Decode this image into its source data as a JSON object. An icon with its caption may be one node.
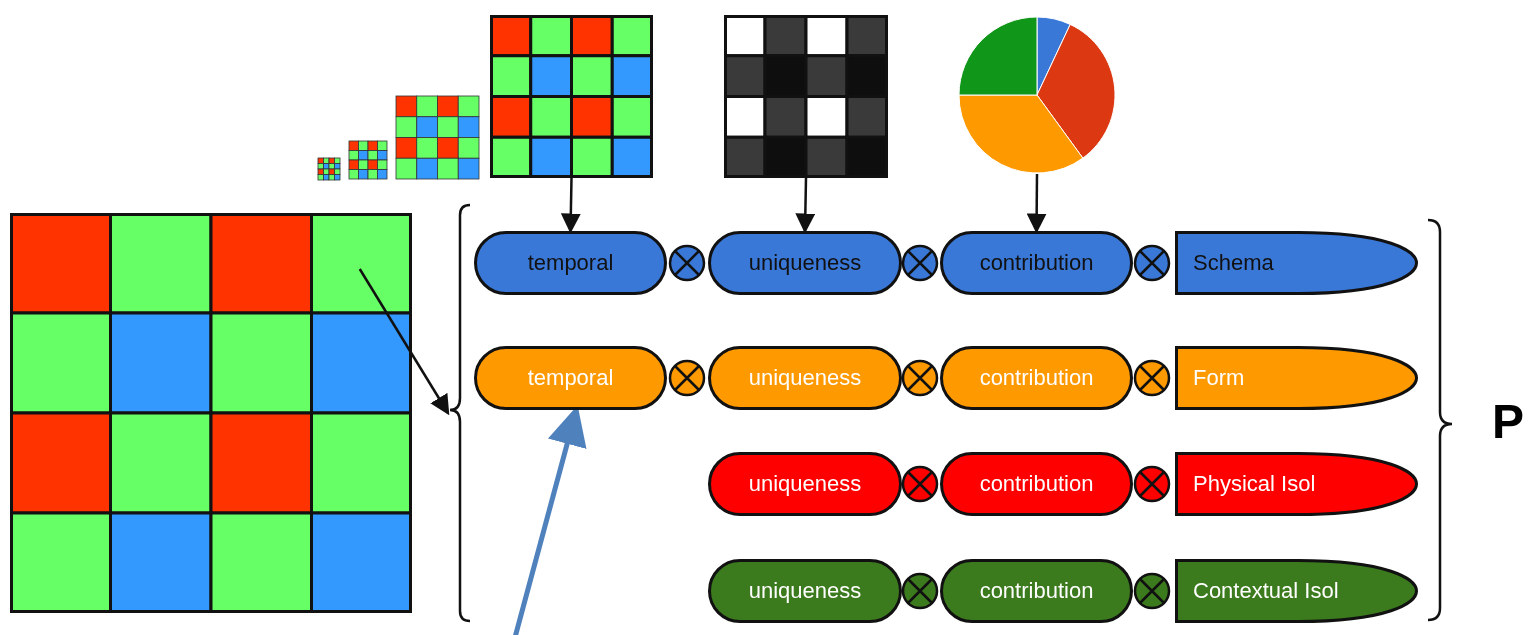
{
  "diagram": {
    "nodes": [
      {
        "text": [],
        "shape": "box"
      },
      {
        "text": [],
        "shape": "bracket"
      },
      {
        "text": [],
        "shape": "box"
      },
      {
        "text": [],
        "shape": "box"
      },
      {
        "text": [],
        "shape": "circle"
      },
      {
        "text": [
          "temporal"
        ]
      },
      {
        "text": [
          "uniqueness"
        ]
      },
      {
        "text": [
          "contribution"
        ]
      },
      {
        "text": [
          "Schema"
        ]
      },
      {
        "text": [
          "temporal"
        ]
      },
      {
        "text": [
          "uniqueness"
        ]
      },
      {
        "text": [
          "contribution"
        ]
      },
      {
        "text": [
          "Form"
        ]
      },
      {
        "text": [
          "uniqueness"
        ]
      },
      {
        "text": [
          "contribution"
        ]
      },
      {
        "text": [
          "Physical Isol"
        ]
      },
      {
        "text": [
          "uniqueness"
        ]
      },
      {
        "text": [
          "contribution"
        ]
      },
      {
        "text": [
          "Contextual Isol"
        ]
      }
    ],
    "edges": [
      {
        "from": 0,
        "to": 1,
        "arrow": "to"
      },
      {
        "from": 2,
        "to": 5,
        "arrow": "to"
      },
      {
        "from": 3,
        "to": 6,
        "arrow": "to"
      },
      {
        "from": 4,
        "to": 7,
        "arrow": "to"
      },
      {
        "from": null,
        "to": 9,
        "arrow": "to",
        "style": "thick",
        "color": "#4f81bd"
      }
    ],
    "labels": [
      "P"
    ]
  }
}
